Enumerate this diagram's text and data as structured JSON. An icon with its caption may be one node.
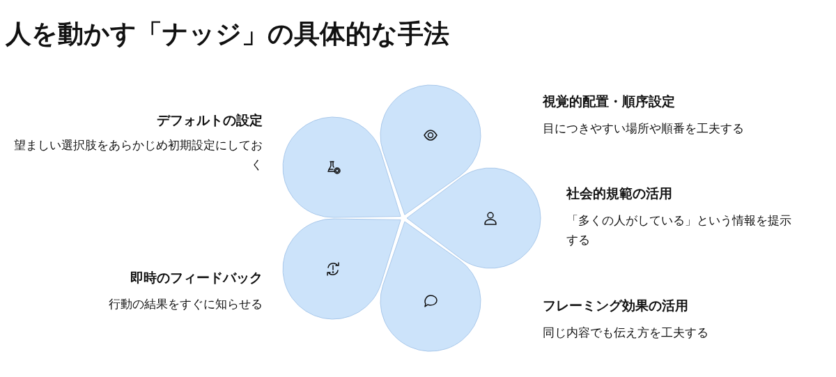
{
  "diagram": {
    "title": "人を動かす「ナッジ」の具体的な手法",
    "nodes": [
      {
        "text": [],
        "shape": "petal",
        "beside": [
          "デフォルトの設定",
          "望ましい選択肢をあらかじめ初期設定にしておく"
        ]
      },
      {
        "text": [],
        "shape": "petal",
        "beside": [
          "視覚的配置・順序設定",
          "目につきやすい場所や順番を工夫する"
        ]
      },
      {
        "text": [],
        "shape": "petal",
        "beside": [
          "社会的規範の活用",
          "「多くの人がしている」という情報を提示する"
        ]
      },
      {
        "text": [],
        "shape": "petal",
        "beside": [
          "即時のフィードバック",
          "行動の結果をすぐに知らせる"
        ]
      },
      {
        "text": [],
        "shape": "petal",
        "beside": [
          "フレーミング効果の活用",
          "同じ内容でも伝え方を工夫する"
        ]
      }
    ]
  }
}
